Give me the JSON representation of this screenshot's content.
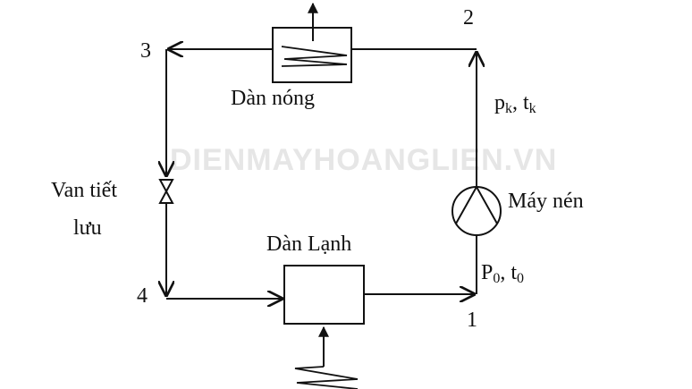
{
  "points": {
    "p1": "1",
    "p2": "2",
    "p3": "3",
    "p4": "4"
  },
  "components": {
    "condenser": "Dàn nóng",
    "evaporator": "Dàn Lạnh",
    "compressor": "Máy nén",
    "valve_line1": "Van tiết",
    "valve_line2": "lưu"
  },
  "states": {
    "high": {
      "p": "p",
      "p_sub": "k",
      "sep": ", ",
      "t": "t",
      "t_sub": "k"
    },
    "low": {
      "p": "P",
      "p_sub": "0",
      "sep": ", ",
      "t": "t",
      "t_sub": "0"
    }
  },
  "watermark": "DIENMAYHOANGLIEN.VN"
}
